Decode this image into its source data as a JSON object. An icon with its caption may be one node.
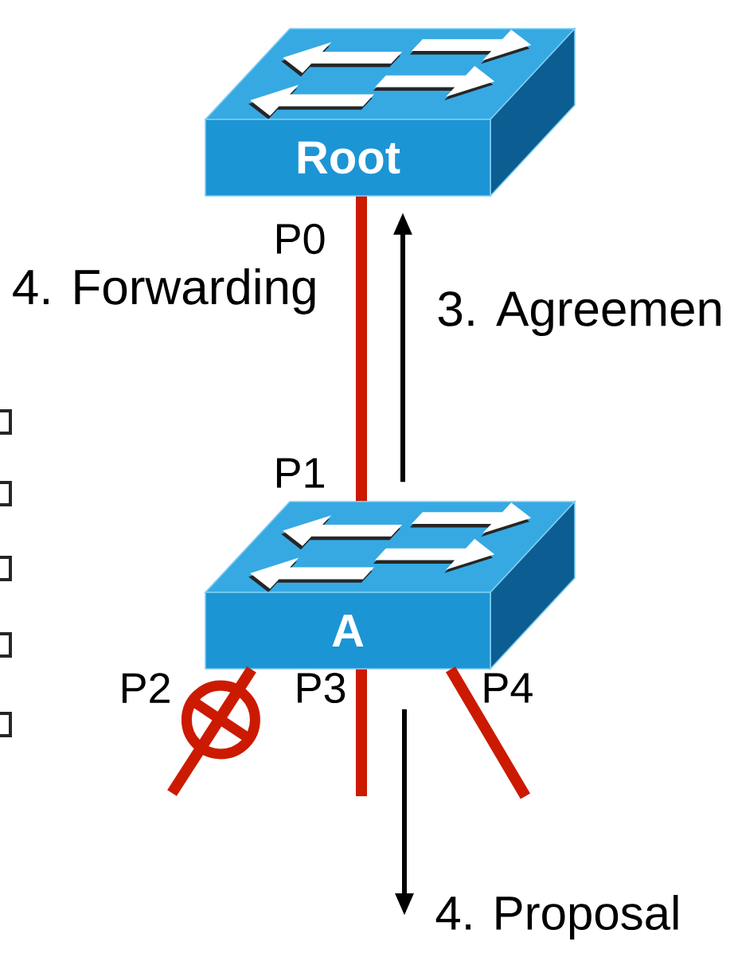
{
  "diagram": {
    "nodes": [
      {
        "text": [
          "Root"
        ]
      },
      {
        "text": [
          "A"
        ]
      }
    ],
    "edges": [
      {
        "from": 0,
        "to": 1,
        "arrow": "none"
      },
      {
        "from": 1,
        "to": 0,
        "arrow": "to",
        "label": "3. Agreemen",
        "color": "#000000"
      },
      {
        "from": 1,
        "to": null,
        "arrow": "none"
      },
      {
        "from": 1,
        "to": null,
        "arrow": "none"
      },
      {
        "from": 1,
        "to": null,
        "arrow": "none"
      },
      {
        "from": 1,
        "to": null,
        "arrow": "to",
        "label": "4. Proposal",
        "color": "#000000"
      }
    ],
    "labels": [
      "P0",
      "4. Forwarding",
      "P1",
      "P2",
      "P3",
      "P4"
    ]
  }
}
